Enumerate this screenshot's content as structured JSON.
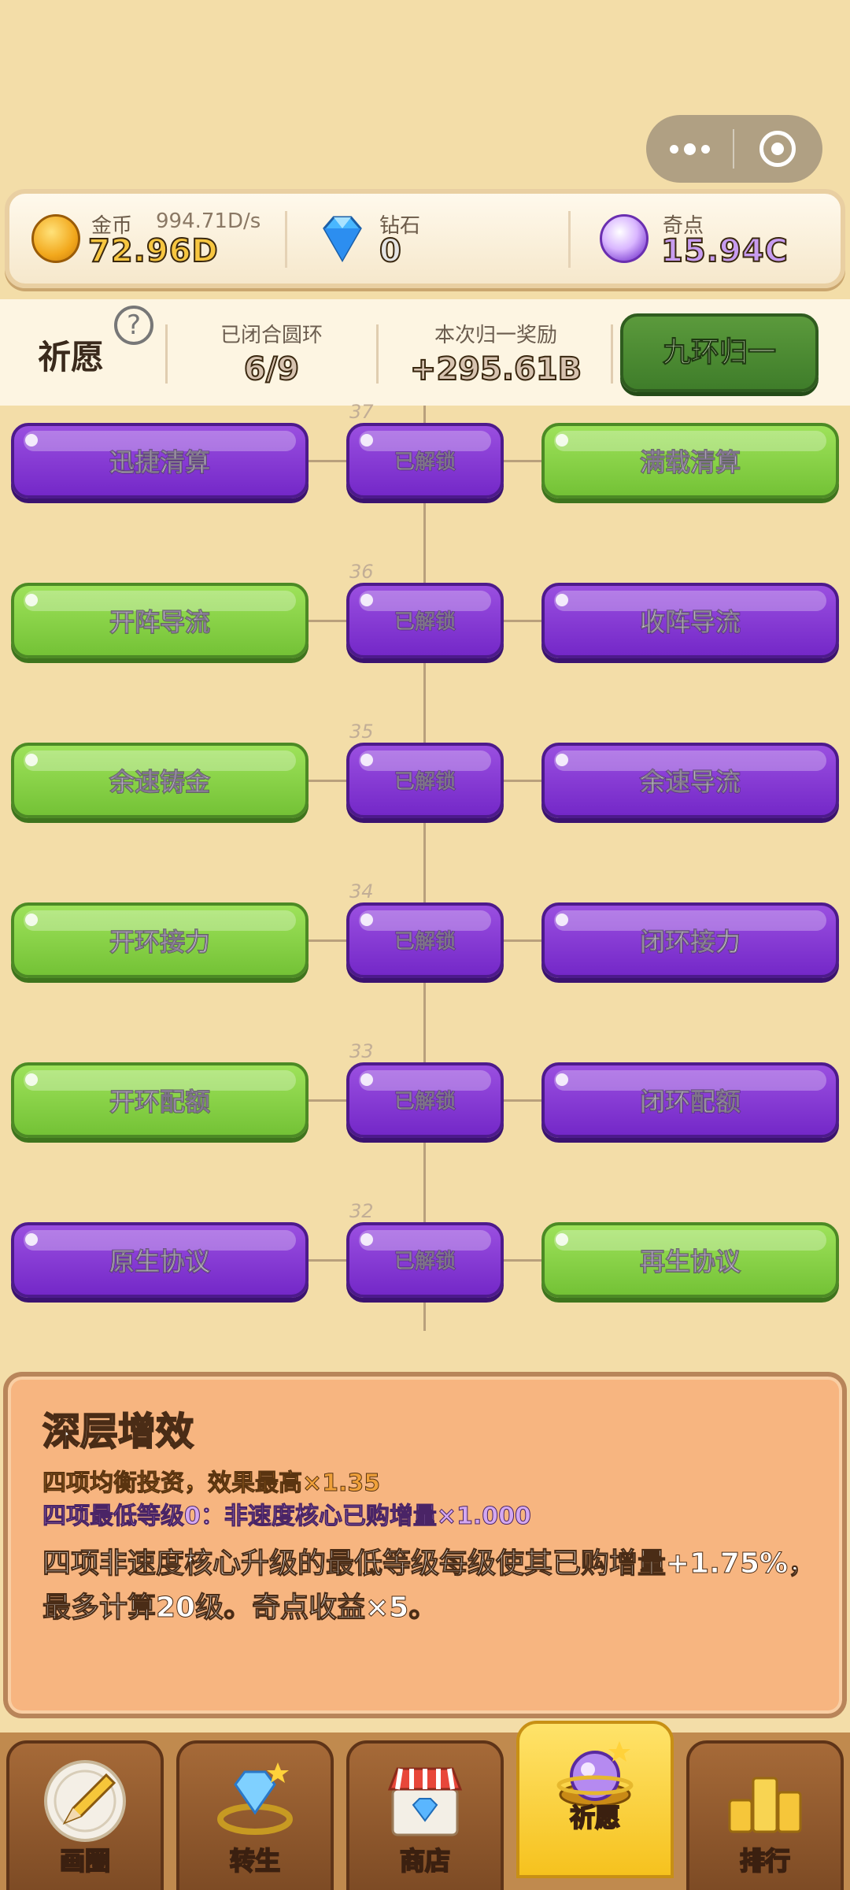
{
  "resources": {
    "gold": {
      "label": "金币",
      "rate": "994.71D/s",
      "value": "72.96D"
    },
    "diamond": {
      "label": "钻石",
      "value": "0"
    },
    "qidian": {
      "label": "奇点",
      "value": "15.94C"
    }
  },
  "wish": {
    "title": "祈愿",
    "help": "?",
    "closed_rings_label": "已闭合圆环",
    "closed_rings_value": "6/9",
    "reward_label": "本次归一奖励",
    "reward_value": "+295.61B",
    "action_label": "九环归一"
  },
  "tree": {
    "rows": [
      {
        "level": "37",
        "left": "迅捷清算",
        "left_color": "purple",
        "middle": "已解锁",
        "right": "满载清算",
        "right_color": "green"
      },
      {
        "level": "36",
        "left": "开阵导流",
        "left_color": "green",
        "middle": "已解锁",
        "right": "收阵导流",
        "right_color": "purple"
      },
      {
        "level": "35",
        "left": "余速铸金",
        "left_color": "green",
        "middle": "已解锁",
        "right": "余速导流",
        "right_color": "purple"
      },
      {
        "level": "34",
        "left": "开环接力",
        "left_color": "green",
        "middle": "已解锁",
        "right": "闭环接力",
        "right_color": "purple"
      },
      {
        "level": "33",
        "left": "开环配额",
        "left_color": "green",
        "middle": "已解锁",
        "right": "闭环配额",
        "right_color": "purple"
      },
      {
        "level": "32",
        "left": "原生协议",
        "left_color": "purple",
        "middle": "已解锁",
        "right": "再生协议",
        "right_color": "green"
      }
    ]
  },
  "description": {
    "title": "深层增效",
    "line1": "四项均衡投资，效果最高×1.35",
    "line2": "四项最低等级0：非速度核心已购增量×1.000",
    "body": "四项非速度核心升级的最低等级每级使其已购增量+1.75%，最多计算20级。奇点收益×5。"
  },
  "nav": {
    "tabs": [
      {
        "label": "画圈",
        "icon": "pencil-icon"
      },
      {
        "label": "转生",
        "icon": "diamond-ring-icon"
      },
      {
        "label": "商店",
        "icon": "shop-icon"
      },
      {
        "label": "祈愿",
        "icon": "crystal-orb-icon",
        "active": true
      },
      {
        "label": "排行",
        "icon": "podium-icon"
      }
    ]
  },
  "colors": {
    "background": "#f3dda8",
    "node_purple": "#8a3ad6",
    "node_green": "#8ad24a",
    "action_green": "#4e8c33",
    "panel": "#f7b580"
  }
}
